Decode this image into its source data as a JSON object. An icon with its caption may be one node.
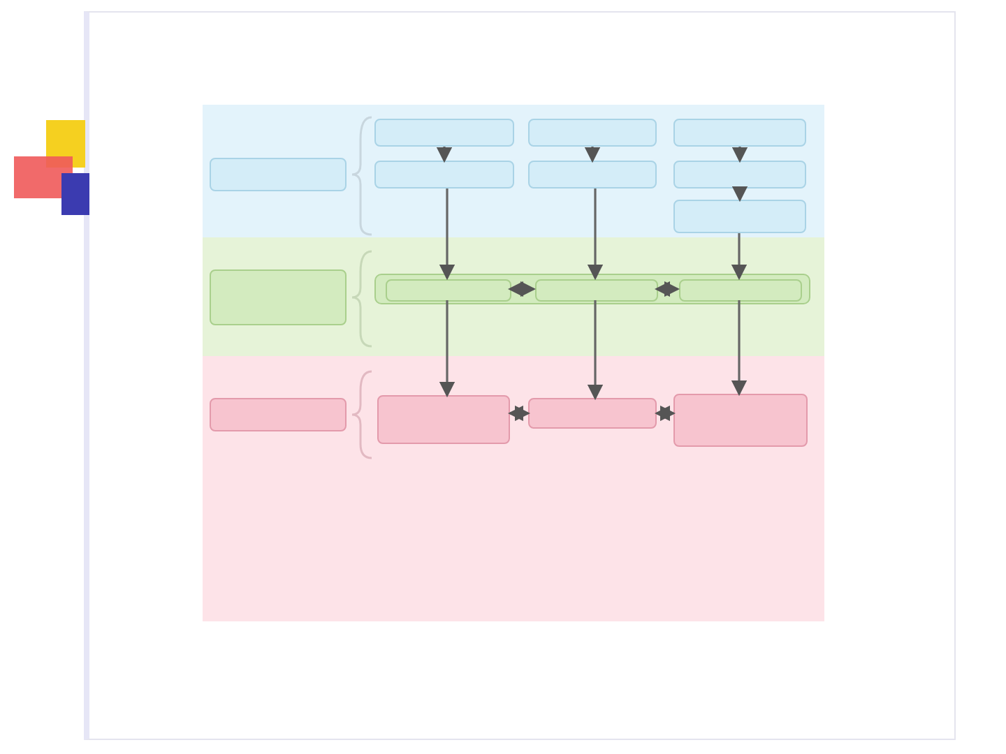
{
  "diagram": {
    "nodes": [
      {
        "text": [],
        "shape": "box"
      },
      {
        "text": [],
        "shape": "box"
      },
      {
        "text": [],
        "shape": "box"
      },
      {
        "text": [],
        "shape": "box",
        "in": 0
      },
      {
        "text": [],
        "shape": "box",
        "in": 0
      },
      {
        "text": [],
        "shape": "box",
        "in": 0
      },
      {
        "text": [],
        "shape": "box",
        "in": 0
      },
      {
        "text": [],
        "shape": "box",
        "in": 0
      },
      {
        "text": [],
        "shape": "box",
        "in": 0
      },
      {
        "text": [],
        "shape": "box",
        "in": 0
      },
      {
        "text": [],
        "shape": "box",
        "in": 0
      },
      {
        "text": [],
        "shape": "box",
        "in": 1
      },
      {
        "text": [],
        "shape": "bar",
        "in": 1
      },
      {
        "text": [],
        "shape": "box",
        "in": 12
      },
      {
        "text": [],
        "shape": "box",
        "in": 12
      },
      {
        "text": [],
        "shape": "box",
        "in": 12
      },
      {
        "text": [],
        "shape": "box",
        "in": 2
      },
      {
        "text": [],
        "shape": "box",
        "in": 2
      },
      {
        "text": [],
        "shape": "box",
        "in": 2
      },
      {
        "text": [],
        "shape": "box",
        "in": 2
      }
    ],
    "edges": [
      {
        "from": 4,
        "to": 7,
        "arrow": "to"
      },
      {
        "from": 5,
        "to": 8,
        "arrow": "to"
      },
      {
        "from": 6,
        "to": 9,
        "arrow": "to"
      },
      {
        "from": 9,
        "to": 10,
        "arrow": "to"
      },
      {
        "from": 7,
        "to": 13,
        "arrow": "to"
      },
      {
        "from": 8,
        "to": 14,
        "arrow": "to"
      },
      {
        "from": 10,
        "to": 15,
        "arrow": "to"
      },
      {
        "from": 13,
        "to": 14,
        "arrow": "both"
      },
      {
        "from": 14,
        "to": 15,
        "arrow": "both"
      },
      {
        "from": 13,
        "to": 17,
        "arrow": "to"
      },
      {
        "from": 14,
        "to": 18,
        "arrow": "to"
      },
      {
        "from": 15,
        "to": 19,
        "arrow": "to"
      },
      {
        "from": 17,
        "to": 18,
        "arrow": "both"
      },
      {
        "from": 18,
        "to": 19,
        "arrow": "both"
      }
    ]
  }
}
